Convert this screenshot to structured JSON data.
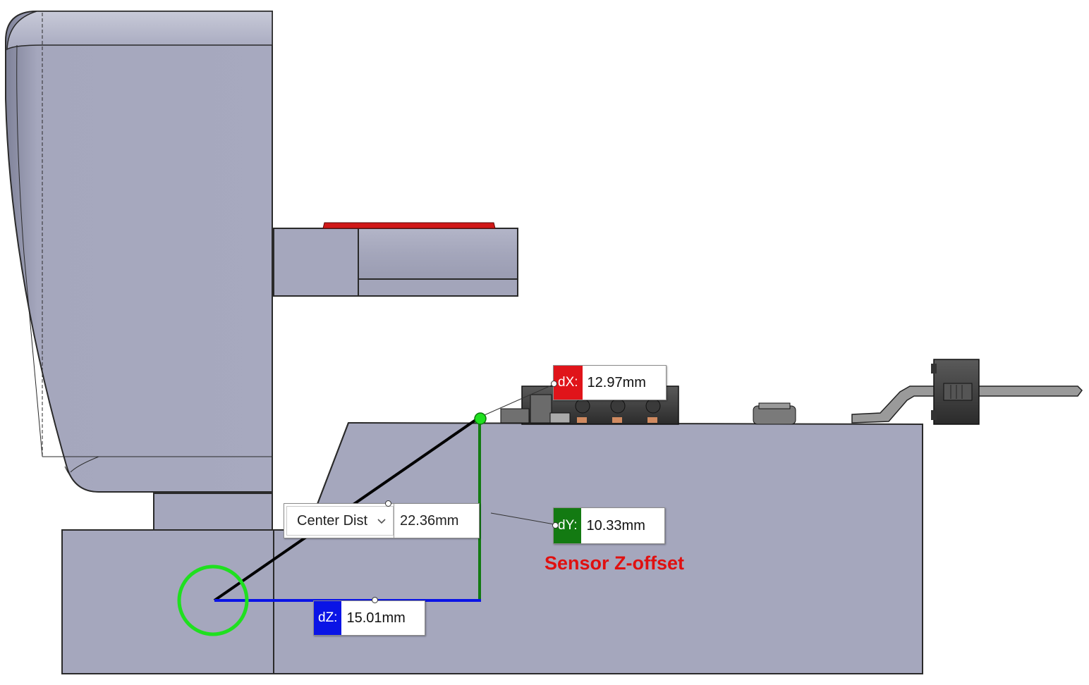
{
  "measure": {
    "dx": {
      "label": "dX:",
      "value": "12.97mm",
      "color": "#e0141a"
    },
    "dy": {
      "label": "dY:",
      "value": "10.33mm",
      "color": "#137a12"
    },
    "dz": {
      "label": "dZ:",
      "value": "15.01mm",
      "color": "#0a14e6"
    },
    "center_dist": {
      "mode": "Center Dist",
      "value": "22.36mm"
    }
  },
  "annotation": {
    "text": "Sensor Z-offset",
    "color": "#e01010"
  },
  "colors": {
    "part_fill": "#a5a7bd",
    "edge": "#2a2a2a",
    "sensor_disc": "#d01818",
    "selection": "#1fe01f",
    "x_line": "#000000",
    "y_line": "#137a12",
    "z_line": "#0a14e6"
  }
}
